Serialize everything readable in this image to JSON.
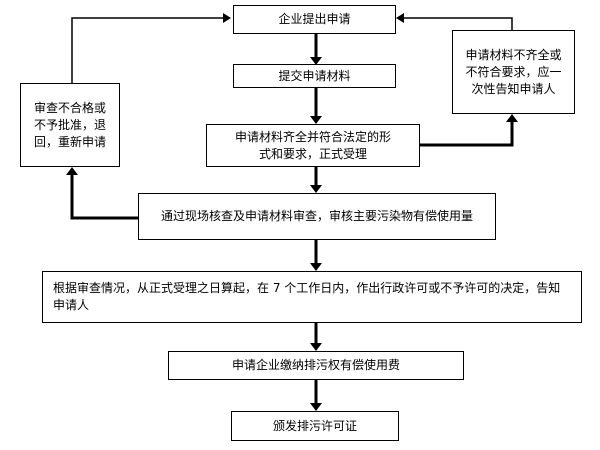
{
  "flowchart": {
    "steps": {
      "apply": "企业提出申请",
      "submit": "提交申请材料",
      "accept": "申请材料齐全并符合法定的形式和要求，正式受理",
      "review": "通过现场核查及申请材料审查，审核主要污染物有偿使用量",
      "decide": "根据审查情况，从正式受理之日算起，在 7 个工作日内，作出行政许可或不予许可的决定，告知申请人",
      "pay": "申请企业缴纳排污权有偿使用费",
      "issue": "颁发排污许可证"
    },
    "notes": {
      "incomplete": "申请材料不齐全或不符合要求，应一次性告知申请人",
      "rejected": "审查不合格或不予批准，退回，重新申请"
    }
  }
}
